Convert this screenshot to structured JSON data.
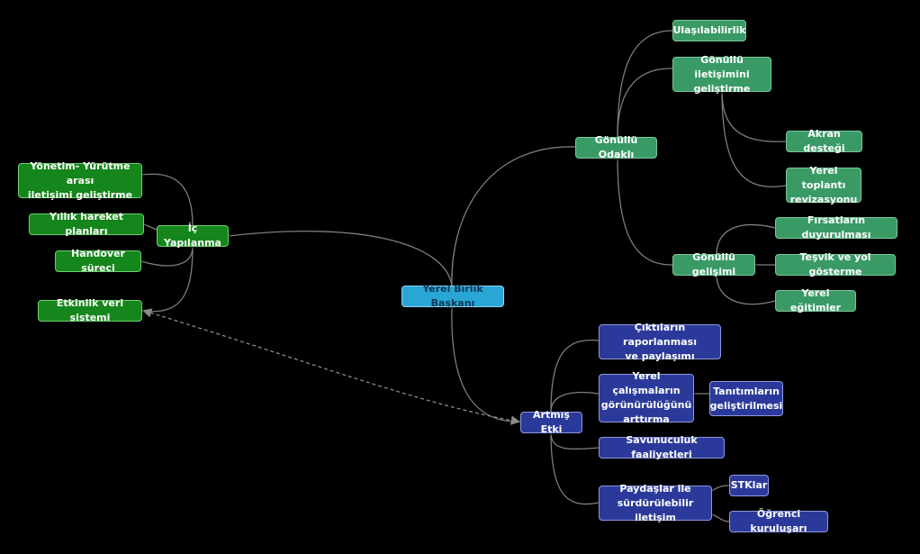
{
  "diagram": {
    "central": "Yerel Birlik Başkanı",
    "volunteer": {
      "label": "Gönüllü Odaklı",
      "accessibility": "Ulaşılabilirlik",
      "communication": "Gönüllü iletişimini\ngeliştirme",
      "peer_support": "Akran desteği",
      "local_meetings": "Yerel toplantı\nrevizasyonu",
      "development": "Gönüllü gelişimi",
      "announce": "Fırsatların duyurulması",
      "encourage": "Teşvik ve yol gösterme",
      "local_training": "Yerel eğitimler"
    },
    "internal": {
      "label": "İç Yapılanma",
      "mgmt_comm": "Yönetim- Yürütme arası\niletişimi geliştirme",
      "annual_plans": "Yıllık hareket planları",
      "handover": "Handover süreci",
      "activity_data": "Etkinlik veri sistemi"
    },
    "impact": {
      "label": "Artmış Etki",
      "reporting": "Çıktıların raporlanması\nve paylaşımı",
      "visibility": "Yerel çalışmaların\ngörünürülüğünü\narttırma",
      "promotions": "Tanıtımların\ngeliştirilmesi",
      "advocacy": "Savunuculuk faaliyetleri",
      "stakeholder": "Paydaşlar ile\nsürdürülebilir iletişim",
      "ngos": "STKlar",
      "student_orgs": "Öğrenci kuruluşarı"
    }
  }
}
